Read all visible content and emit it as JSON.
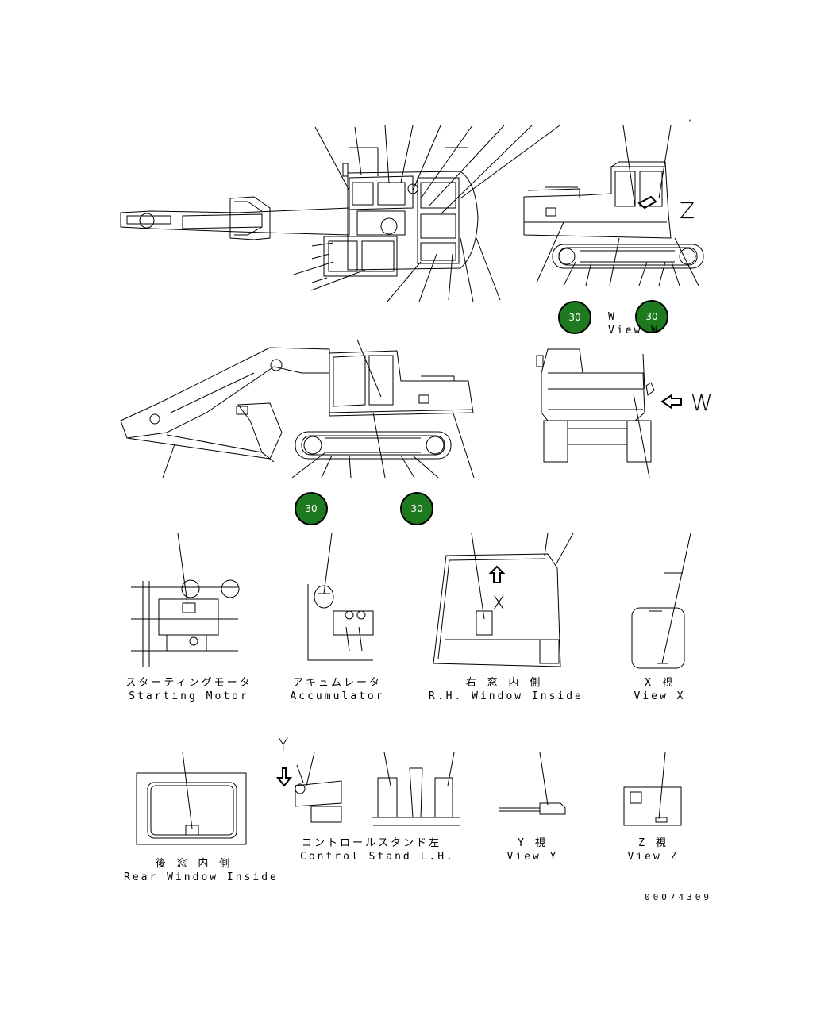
{
  "views": {
    "starting_motor": {
      "jp": "スターティングモータ",
      "en": "Starting Motor"
    },
    "accumulator": {
      "jp": "アキュムレータ",
      "en": "Accumulator"
    },
    "rh_window": {
      "jp": "右 窓 内 側",
      "en": "R.H. Window Inside"
    },
    "view_x": {
      "jp": "X 視",
      "en": "View X"
    },
    "rear_window": {
      "jp": "後 窓 内 側",
      "en": "Rear Window Inside"
    },
    "control_stand": {
      "jp": "コントロールスタンド左",
      "en": "Control Stand L.H."
    },
    "view_y": {
      "jp": "Y 視",
      "en": "View Y"
    },
    "view_z": {
      "jp": "Z 視",
      "en": "View Z"
    },
    "view_w": {
      "jp": "W",
      "en": "View W"
    }
  },
  "markers": {
    "w": "W",
    "x": "X",
    "y": "Y",
    "z": "Z"
  },
  "badges": [
    "30",
    "30",
    "30",
    "30"
  ],
  "drawing_number": "00074309",
  "colors": {
    "badge": "#1e7a1e",
    "line": "#000000"
  }
}
